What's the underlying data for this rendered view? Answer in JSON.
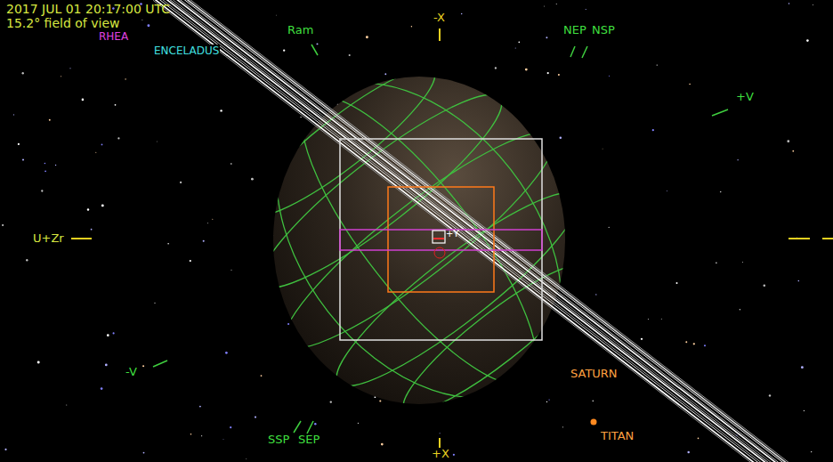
{
  "diagram": {
    "labels": [
      "2017 JUL 01 20:17:00 UTC",
      "15.2° field of view",
      "RHEA",
      "ENCELADUS",
      "Ram",
      "-X",
      "NEP",
      "NSP",
      "+V",
      "U+Zr",
      "-V",
      "SSP",
      "SEP",
      "+X",
      "SATURN",
      "TITAN",
      "+Y"
    ]
  }
}
